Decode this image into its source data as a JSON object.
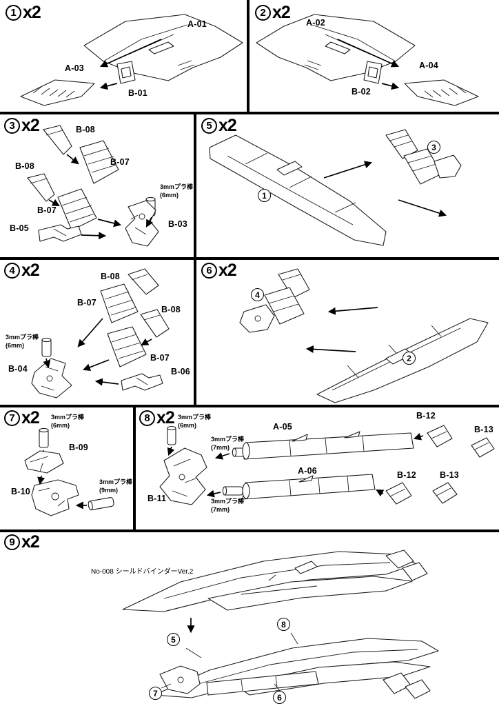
{
  "colors": {
    "ink": "#000000",
    "paper": "#ffffff"
  },
  "steps": {
    "s1": {
      "num": "1",
      "count": "x2"
    },
    "s2": {
      "num": "2",
      "count": "x2"
    },
    "s3": {
      "num": "3",
      "count": "x2"
    },
    "s4": {
      "num": "4",
      "count": "x2"
    },
    "s5": {
      "num": "5",
      "count": "x2"
    },
    "s6": {
      "num": "6",
      "count": "x2"
    },
    "s7": {
      "num": "7",
      "count": "x2"
    },
    "s8": {
      "num": "8",
      "count": "x2"
    },
    "s9": {
      "num": "9",
      "count": "x2"
    }
  },
  "panel1": {
    "a01": "A-01",
    "a03": "A-03",
    "b01": "B-01"
  },
  "panel2": {
    "a02": "A-02",
    "a04": "A-04",
    "b02": "B-02"
  },
  "panel3": {
    "b08_1": "B-08",
    "b08_2": "B-08",
    "b07_1": "B-07",
    "b07_2": "B-07",
    "b05": "B-05",
    "b03": "B-03",
    "rod_note": "3mmプラ棒\n(6mm)"
  },
  "panel4": {
    "b08_1": "B-08",
    "b07_1": "B-07",
    "b08_2": "B-08",
    "b07_2": "B-07",
    "b04": "B-04",
    "b06": "B-06",
    "rod_note": "3mmプラ棒\n(6mm)"
  },
  "panel5": {
    "ref_1": "1",
    "ref_3": "3"
  },
  "panel6": {
    "ref_2": "2",
    "ref_4": "4"
  },
  "panel7": {
    "b09": "B-09",
    "b10": "B-10",
    "rod6_note": "3mmプラ棒\n(6mm)",
    "rod9_note": "3mmプラ棒\n(9mm)"
  },
  "panel8": {
    "a05": "A-05",
    "a06": "A-06",
    "b11": "B-11",
    "b12_1": "B-12",
    "b13_1": "B-13",
    "b12_2": "B-12",
    "b13_2": "B-13",
    "rod6_note": "3mmプラ棒\n(6mm)",
    "rod7_note_1": "3mmプラ棒\n(7mm)",
    "rod7_note_2": "3mmプラ棒\n(7mm)"
  },
  "panel9": {
    "title": "No-008 シールドバインダーVer.2",
    "ref_5": "5",
    "ref_6": "6",
    "ref_7": "7",
    "ref_8": "8"
  }
}
